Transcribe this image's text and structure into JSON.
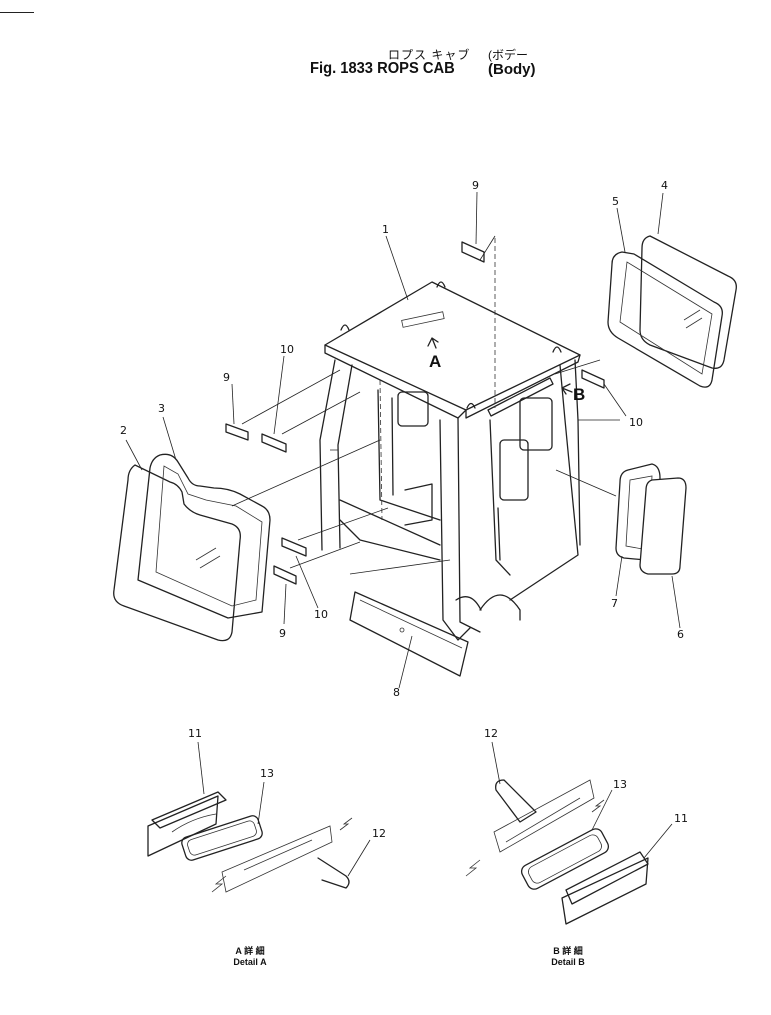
{
  "header": {
    "title_jp": "ロプス キャブ",
    "title_main": "Fig. 1833  ROPS CAB",
    "subtitle_jp": "(ボデー",
    "subtitle_en": "(Body)"
  },
  "callouts": {
    "c1": "1",
    "c2": "2",
    "c3": "3",
    "c4": "4",
    "c5": "5",
    "c6": "6",
    "c7": "7",
    "c8": "8",
    "c9_top": "9",
    "c9_left": "9",
    "c9_bottom": "9",
    "c10_left": "10",
    "c10_right": "10",
    "c10_bottom": "10",
    "c11_a": "11",
    "c11_b": "11",
    "c12_a": "12",
    "c12_b": "12",
    "c13_a": "13",
    "c13_b": "13"
  },
  "views": {
    "a": "A",
    "b": "B"
  },
  "details": {
    "a_jp": "A 詳 細",
    "a_en": "Detail  A",
    "b_jp": "B 詳 細",
    "b_en": "Detail  B"
  }
}
